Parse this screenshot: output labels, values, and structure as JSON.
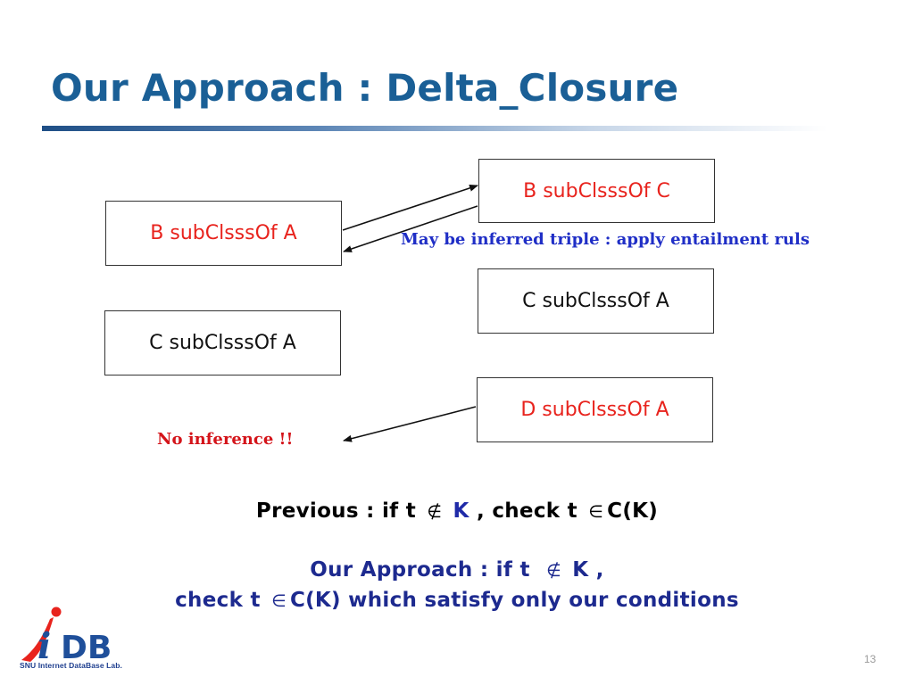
{
  "slide": {
    "title": "Our Approach : Delta_Closure",
    "page_number": "13"
  },
  "boxes": {
    "b_sub_a": "B subClsssOf A",
    "b_sub_c": "B subClsssOf C",
    "c_sub_a_right": "C subClsssOf A",
    "c_sub_a_left": "C subClsssOf A",
    "d_sub_a": "D subClsssOf A"
  },
  "notes": {
    "inferred": "May be inferred triple : apply entailment ruls",
    "no_inference": "No inference !!"
  },
  "text": {
    "previous_prefix": "Previous : if t",
    "not_in_symbol": "∉",
    "previous_k": "K",
    "previous_middle": ", check t",
    "in_symbol": "∈",
    "previous_suffix": "C(K)",
    "our_line1_prefix": "Our Approach : if t",
    "our_line1_suffix": "K ,",
    "our_line2_prefix": "check t",
    "our_line2_suffix": "C(K) which satisfy only our conditions"
  },
  "logo": {
    "letters_i": "i",
    "letters_db": "DB",
    "caption": "SNU Internet DataBase Lab."
  },
  "colors": {
    "title": "#1a5f96",
    "red_text": "#e8231d",
    "blue_note": "#1f2ec6",
    "approach_blue": "#1d2a8f"
  }
}
